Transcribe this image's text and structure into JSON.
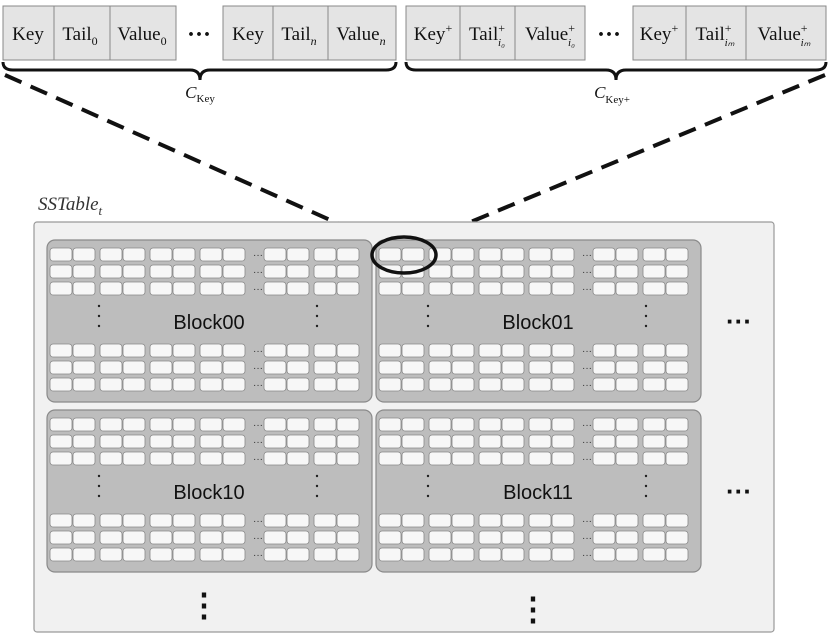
{
  "colors": {
    "cell_gray": "#e4e4e4",
    "cell_white": "#f5f5f5",
    "container_bg": "#f1f1f1",
    "container_border": "#9a9a9a",
    "block_bg": "#bdbdbd",
    "block_border": "#8a8a8a",
    "mini_cell": "#f7f7f7",
    "line": "#111111"
  },
  "record_left": {
    "cells": [
      {
        "base": "Key",
        "sub": "",
        "sup": ""
      },
      {
        "base": "Tail",
        "sub": "0",
        "sup": ""
      },
      {
        "base": "Value",
        "sub": "0",
        "sup": ""
      },
      {
        "base": "···",
        "sub": "",
        "sup": ""
      },
      {
        "base": "Key",
        "sub": "",
        "sup": ""
      },
      {
        "base": "Tail",
        "sub": "n",
        "sup": ""
      },
      {
        "base": "Value",
        "sub": "n",
        "sup": ""
      }
    ],
    "brace_label": {
      "base": "C",
      "sub": "Key",
      "sup": ""
    }
  },
  "record_right": {
    "cells": [
      {
        "base": "Key",
        "sub": "",
        "sup": "+"
      },
      {
        "base": "Tail",
        "sub": "i₀",
        "sup": "+"
      },
      {
        "base": "Value",
        "sub": "i₀",
        "sup": "+"
      },
      {
        "base": "···",
        "sub": "",
        "sup": ""
      },
      {
        "base": "Key",
        "sub": "",
        "sup": "+"
      },
      {
        "base": "Tail",
        "sub": "iₘ",
        "sup": "+"
      },
      {
        "base": "Value",
        "sub": "iₘ",
        "sup": "+"
      }
    ],
    "brace_label": {
      "base": "C",
      "sub": "Key+",
      "sup": ""
    }
  },
  "sstable_label": {
    "base": "SSTable",
    "sub": "t"
  },
  "blocks": [
    {
      "label": "Block00"
    },
    {
      "label": "Block01"
    },
    {
      "label": "Block10"
    },
    {
      "label": "Block11"
    }
  ],
  "ellipsis_h": "···",
  "ellipsis_v": "⋮"
}
